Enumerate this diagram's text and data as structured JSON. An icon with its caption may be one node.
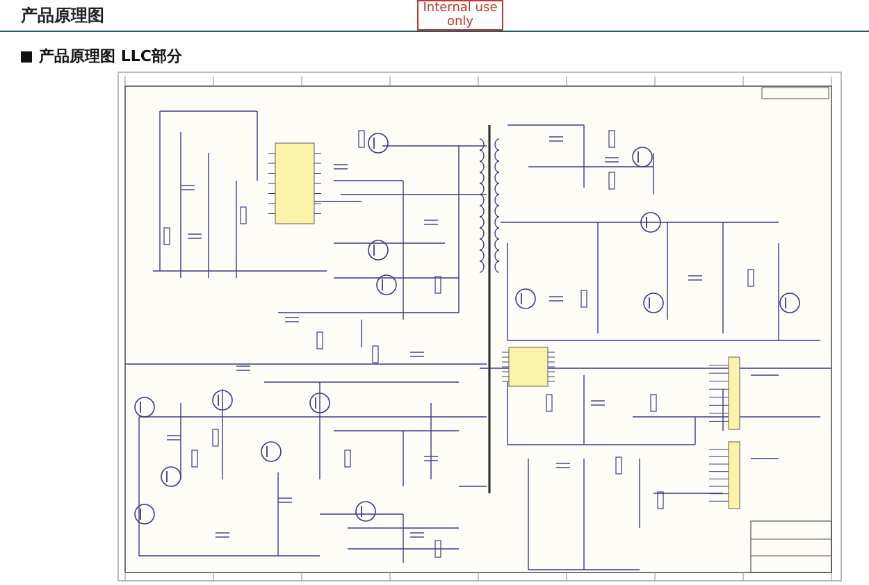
{
  "diagram": {
    "title": "产品原理图",
    "labels": [
      "Internal use only",
      "产品原理图 LLC部分"
    ]
  }
}
